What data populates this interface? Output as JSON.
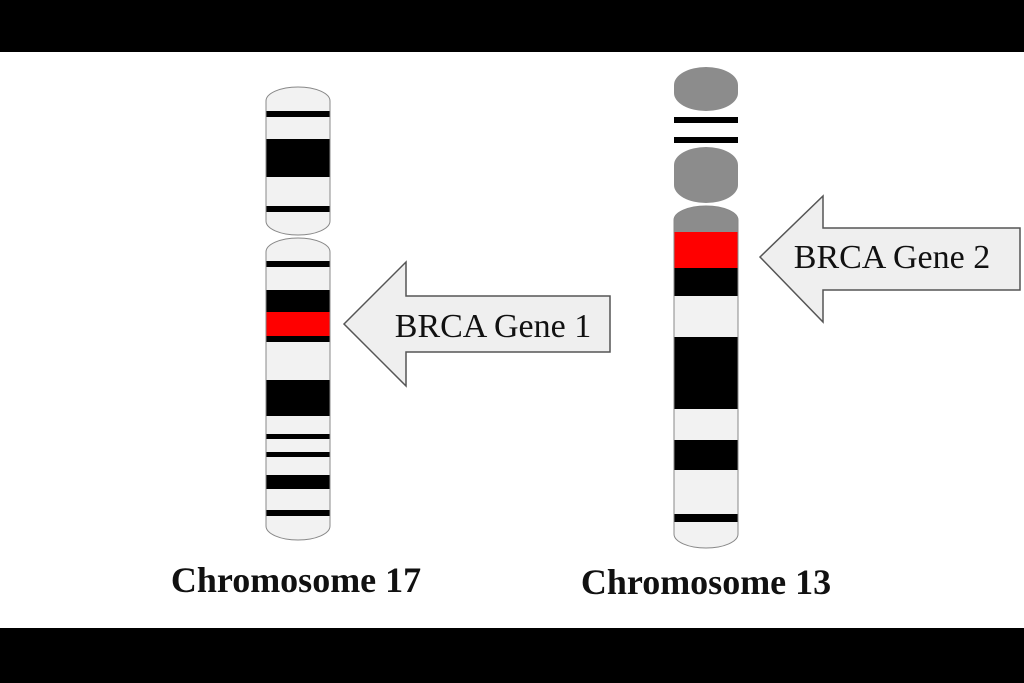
{
  "colors": {
    "band_dark": "#000000",
    "band_light": "#f2f2f2",
    "band_gene": "#ff0000",
    "band_grey": "#8c8c8c",
    "arrow_fill": "#efefef",
    "arrow_stroke": "#555555"
  },
  "chromosome_17": {
    "label": "Chromosome 17",
    "gene_label": "BRCA Gene 1"
  },
  "chromosome_13": {
    "label": "Chromosome 13",
    "gene_label": "BRCA Gene 2"
  }
}
